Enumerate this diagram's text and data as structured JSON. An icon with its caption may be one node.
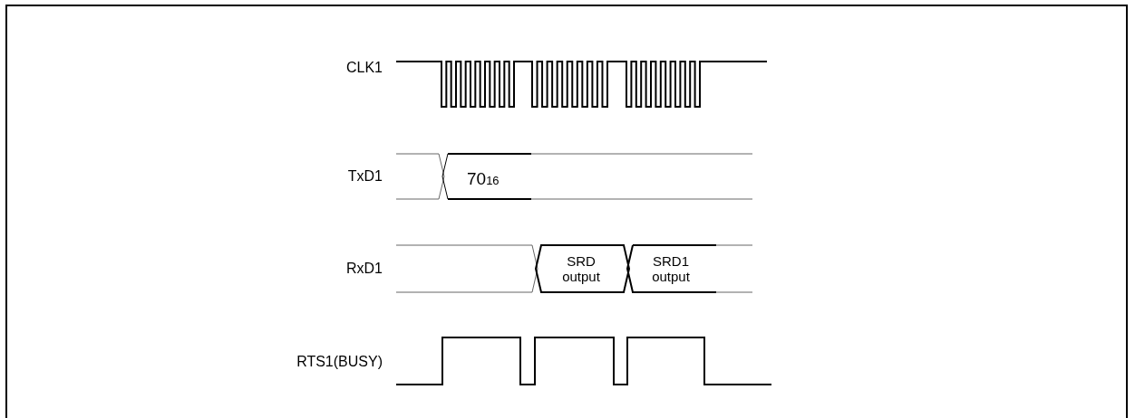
{
  "diagram": {
    "labels": [
      "CLK1",
      "TxD1",
      "70$_{16}$",
      "RxD1",
      "SRD output",
      "SRD1 output",
      "RTS1(BUSY)"
    ]
  }
}
